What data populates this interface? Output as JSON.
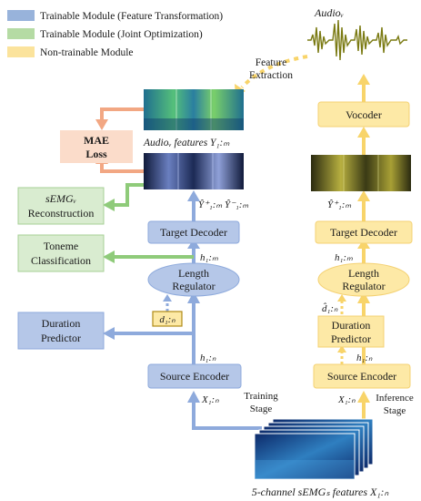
{
  "legend": {
    "items": [
      {
        "label": "Trainable Module (Feature Transformation)",
        "color": "#98b3db"
      },
      {
        "label": "Trainable Module (Joint Optimization)",
        "color": "#b5dba4"
      },
      {
        "label": "Non-trainable Module",
        "color": "#fbe39c"
      }
    ]
  },
  "colors": {
    "blue_box": "#b5c7e8",
    "blue_arrow": "#8eaadc",
    "green_box": "#d9ecd0",
    "green_arrow": "#8fcb7a",
    "yellow_box": "#fde9a6",
    "yellow_arrow": "#f8d46a",
    "orange_box": "#fbdcca",
    "orange_arrow": "#f2a783",
    "duration_border": "#b08a16"
  },
  "labels": {
    "mae_loss_1": "MAE",
    "mae_loss_2": "Loss",
    "semg_recon_1": "sEMGᵥ",
    "semg_recon_2": "Reconstruction",
    "toneme_1": "Toneme",
    "toneme_2": "Classification",
    "duration_pred_1": "Duration",
    "duration_pred_2": "Predictor",
    "target_decoder": "Target  Decoder",
    "length_regulator_1": "Length",
    "length_regulator_2": "Regulator",
    "source_encoder": "Source Encoder",
    "vocoder": "Vocoder",
    "r_target_decoder": "Target Decoder",
    "r_length_regulator_1": "Length",
    "r_length_regulator_2": "Regulator",
    "r_duration_pred_1": "Duration",
    "r_duration_pred_2": "Predictor",
    "r_source_encoder": "Source Encoder",
    "feature_extraction_1": "Feature",
    "feature_extraction_2": "Extraction",
    "audio_v": "Audioᵥ",
    "audio_features": "Audioᵥ features Y₁:ₘ",
    "y_hat_plus_minus": "Ŷ⁺₁:ₘ  Ŷ⁻₁:ₘ",
    "r_y_hat_plus": "Ŷ⁺₁:ₘ",
    "h_1m": "h₁:ₘ",
    "d_1n": "d₁:ₙ",
    "h_1n": "h₁:ₙ",
    "x_1n": "X₁:ₙ",
    "r_h_1m": "h₁:ₘ",
    "r_d_hat": "d̂₁:ₙ",
    "r_h_1n": "h₁:ₙ",
    "r_x_1n": "X₁:ₙ",
    "training_stage_1": "Training",
    "training_stage_2": "Stage",
    "inference_stage_1": "Inference",
    "inference_stage_2": "Stage",
    "input_features": "5-channel sEMGₛ features X₁:ₙ"
  }
}
